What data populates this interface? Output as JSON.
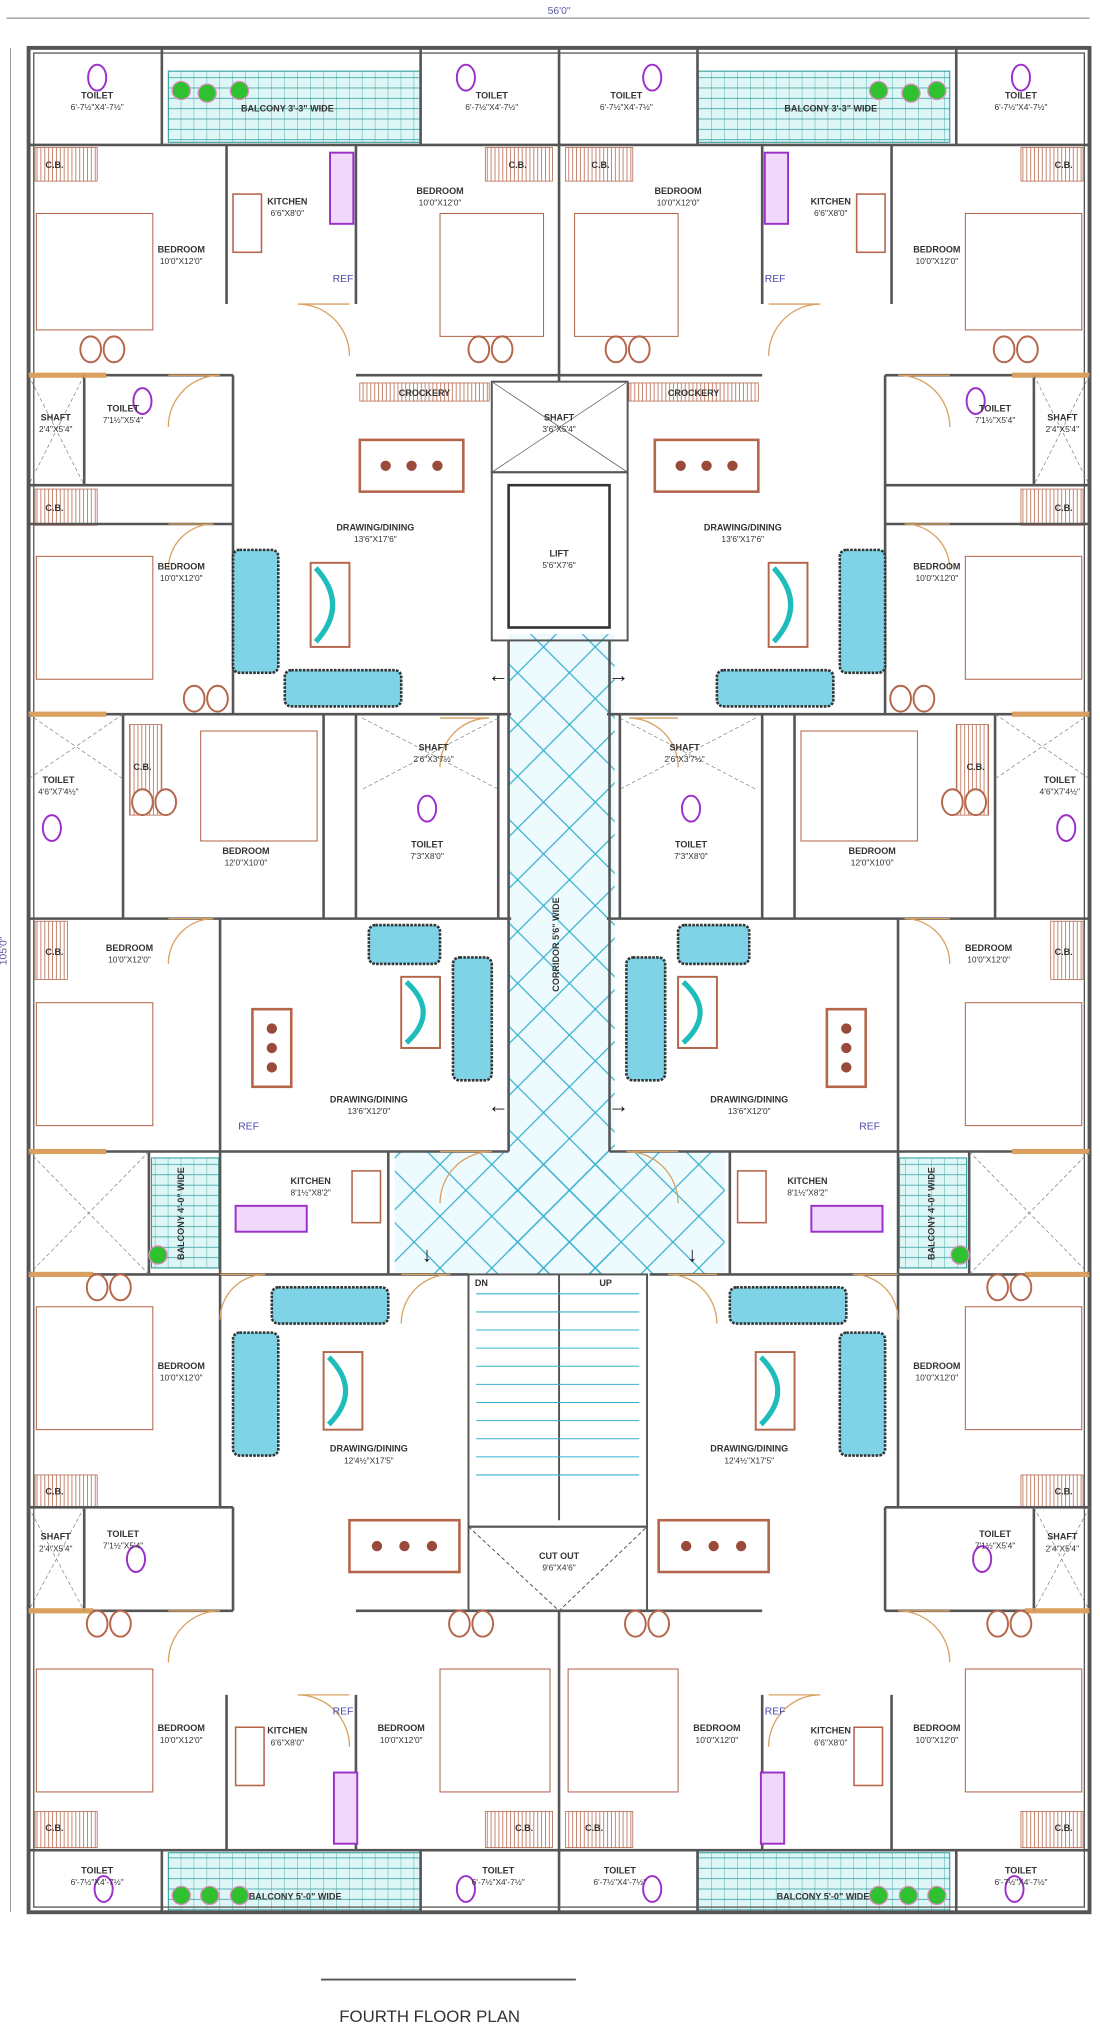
{
  "title": "FOURTH FLOOR PLAN",
  "overall_dimensions": {
    "width": "56'0\"",
    "depth": "105'0\""
  },
  "colors": {
    "wall": "#555555",
    "furniture": "#b5654a",
    "door": "#d9a060",
    "sanitary": "#9b2fc9",
    "upholstery": "#7fd3e6",
    "corridor": "#3ab0d0",
    "plant": "#2fc12f"
  },
  "unit_rooms": [
    {
      "label": "TOILET",
      "dims": "6'-7½\"X4'-7½\""
    },
    {
      "label": "BALCONY 3'-3\" WIDE",
      "dims": ""
    },
    {
      "label": "TOILET",
      "dims": "6'-7½\"X4'-7½\""
    },
    {
      "label": "C.B.",
      "dims": ""
    },
    {
      "label": "C.B.",
      "dims": ""
    },
    {
      "label": "KITCHEN",
      "dims": "6'6\"X8'0\""
    },
    {
      "label": "REF",
      "dims": ""
    },
    {
      "label": "BEDROOM",
      "dims": "10'0\"X12'0\""
    },
    {
      "label": "BEDROOM",
      "dims": "10'0\"X12'0\""
    },
    {
      "label": "CROCKERY",
      "dims": ""
    },
    {
      "label": "SHAFT",
      "dims": "2'4\"X5'4\""
    },
    {
      "label": "TOILET",
      "dims": "7'1½\"X5'4\""
    },
    {
      "label": "C.B.",
      "dims": ""
    },
    {
      "label": "DRAWING/DINING",
      "dims": "13'6\"X17'6\""
    },
    {
      "label": "BEDROOM",
      "dims": "10'0\"X12'0\""
    },
    {
      "label": "TOILET",
      "dims": "4'6\"X7'4½\""
    },
    {
      "label": "C.B.",
      "dims": ""
    },
    {
      "label": "BEDROOM",
      "dims": "12'0\"X10'0\""
    },
    {
      "label": "SHAFT",
      "dims": "2'6\"X3'7½\""
    },
    {
      "label": "TOILET",
      "dims": "7'3\"X8'0\""
    },
    {
      "label": "C.B.",
      "dims": ""
    },
    {
      "label": "BEDROOM",
      "dims": "10'0\"X12'0\""
    },
    {
      "label": "DRAWING/DINING",
      "dims": "13'6\"X12'0\""
    },
    {
      "label": "REF",
      "dims": ""
    },
    {
      "label": "KITCHEN",
      "dims": "8'1½\"X8'2\""
    },
    {
      "label": "BALCONY 4'-0\" WIDE",
      "dims": ""
    },
    {
      "label": "BEDROOM",
      "dims": "10'0\"X12'0\""
    },
    {
      "label": "DRAWING/DINING",
      "dims": "12'4½\"X17'5\""
    },
    {
      "label": "C.B.",
      "dims": ""
    },
    {
      "label": "SHAFT",
      "dims": "2'4\"X5'4\""
    },
    {
      "label": "TOILET",
      "dims": "7'1½\"X5'4\""
    },
    {
      "label": "BEDROOM",
      "dims": "10'0\"X12'0\""
    },
    {
      "label": "KITCHEN",
      "dims": "6'6\"X8'0\""
    },
    {
      "label": "REF",
      "dims": ""
    },
    {
      "label": "BEDROOM",
      "dims": "10'0\"X12'0\""
    },
    {
      "label": "C.B.",
      "dims": ""
    },
    {
      "label": "C.B.",
      "dims": ""
    },
    {
      "label": "TOILET",
      "dims": "6'-7½\"X4'-7½\""
    },
    {
      "label": "BALCONY 5'-0\" WIDE",
      "dims": ""
    },
    {
      "label": "TOILET",
      "dims": "6'-7½\"X4'-7½\""
    }
  ],
  "core": [
    {
      "label": "SHAFT",
      "dims": "3'6\"X5'4\""
    },
    {
      "label": "LIFT",
      "dims": "5'6\"X7'6\""
    },
    {
      "label": "CUT OUT",
      "dims": "9'6\"X4'6\""
    },
    {
      "label": "DN",
      "dims": ""
    },
    {
      "label": "UP",
      "dims": ""
    }
  ],
  "corridor_label": "CORRIDOR 5'6\" WIDE"
}
